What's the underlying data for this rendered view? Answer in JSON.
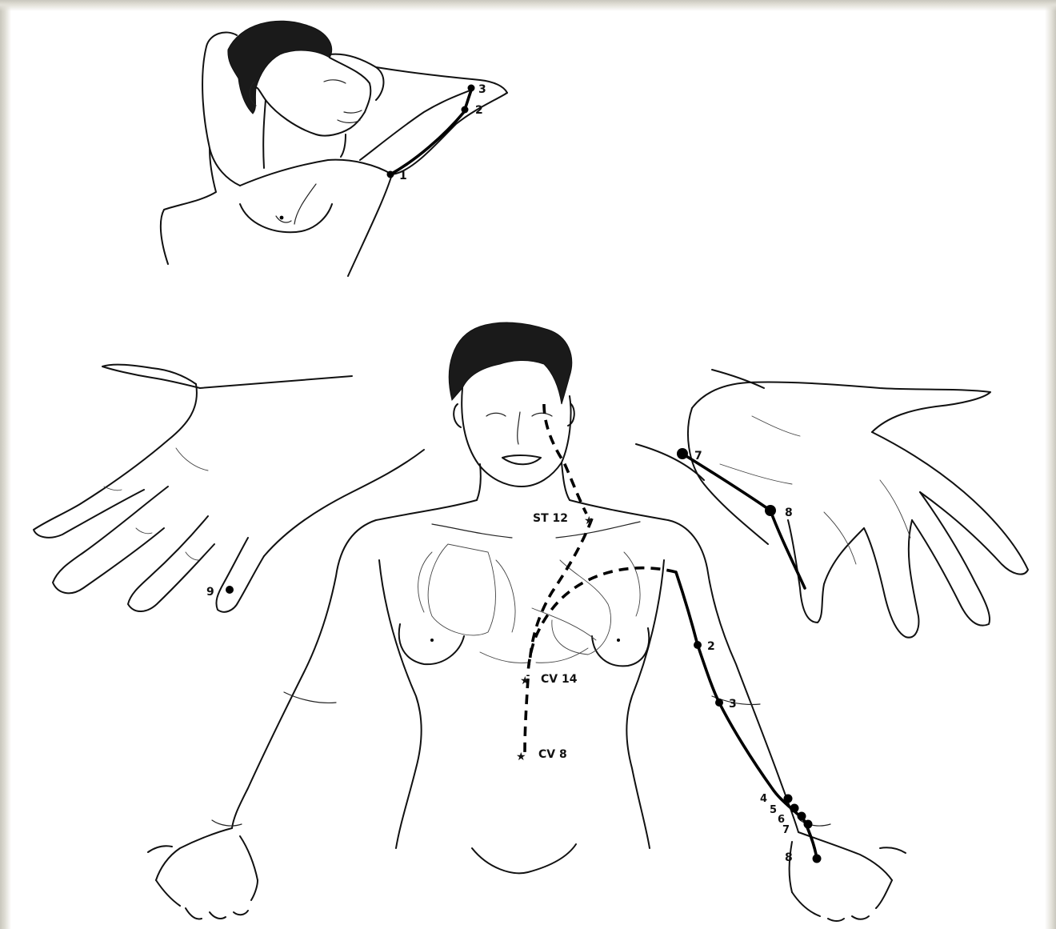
{
  "top_figure": {
    "points": [
      "1",
      "2",
      "3"
    ]
  },
  "main_figure": {
    "arm_points": [
      "2",
      "3",
      "4",
      "5",
      "6",
      "7",
      "8"
    ],
    "right_hand_points": [
      "7",
      "8"
    ],
    "left_hand_points": [
      "9"
    ],
    "star_points": [
      "ST 12",
      "CV 14",
      "CV 8"
    ]
  }
}
